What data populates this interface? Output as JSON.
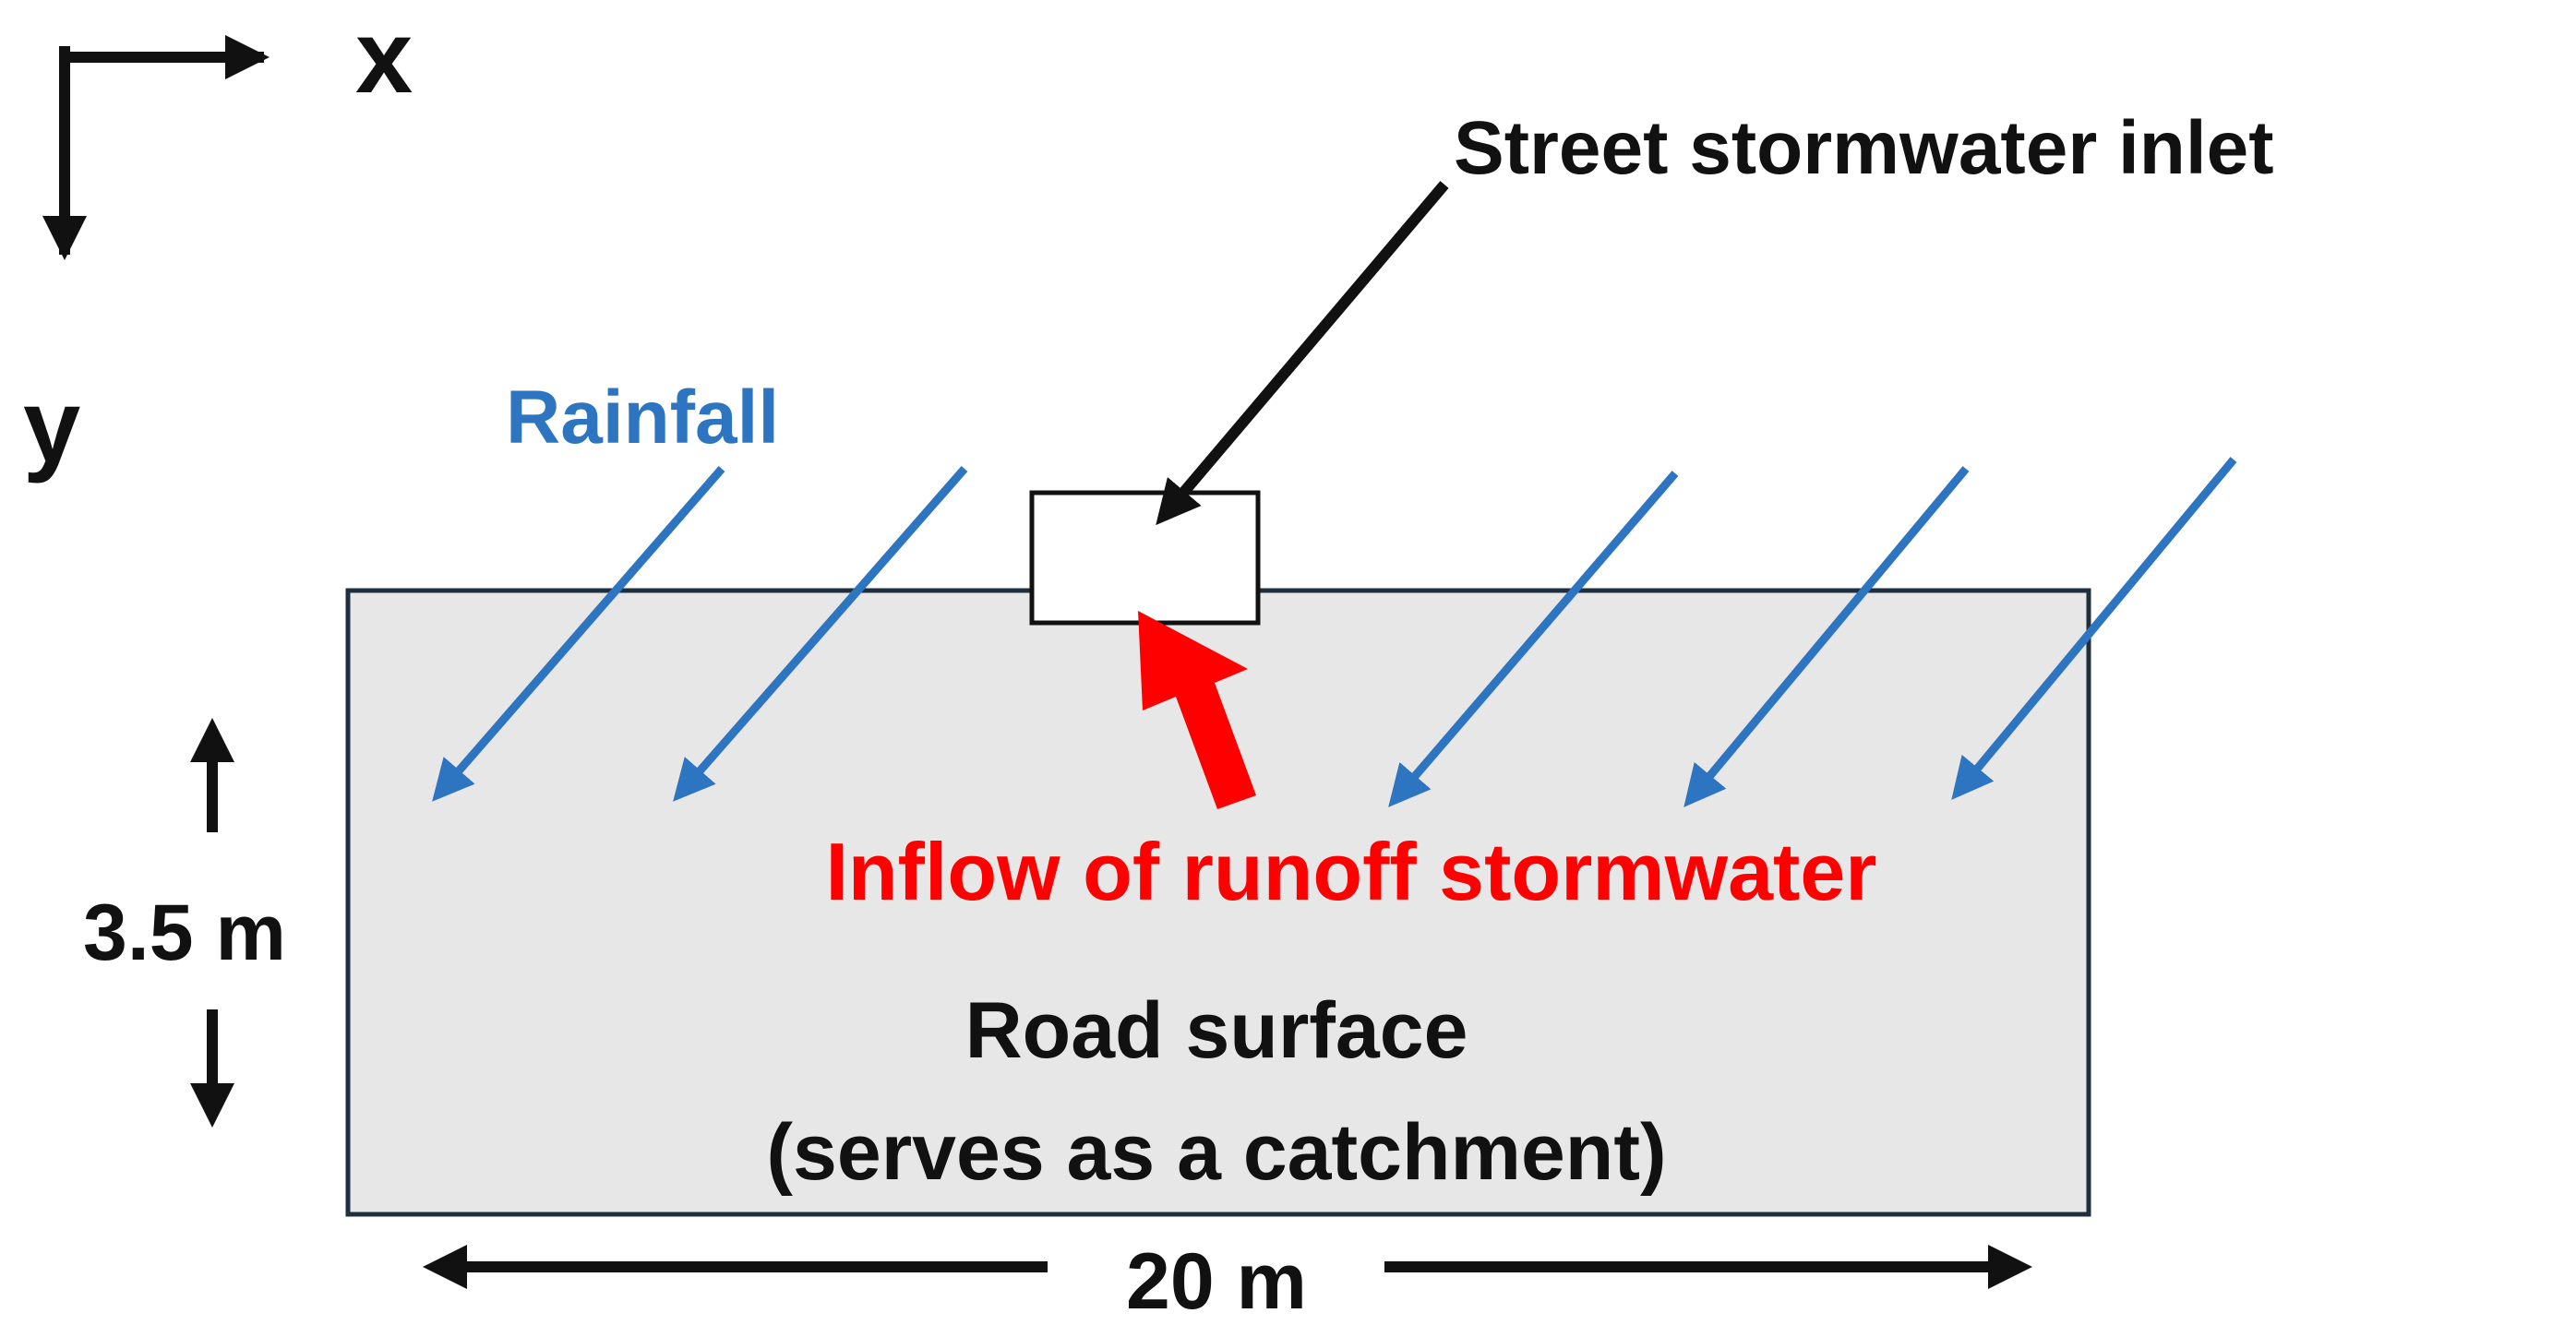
{
  "axes": {
    "x_label": "x",
    "y_label": "y"
  },
  "labels": {
    "inlet": "Street stormwater inlet",
    "rainfall": "Rainfall",
    "inflow": "Inflow of runoff stormwater",
    "road_line1": "Road surface",
    "road_line2": "(serves as a catchment)",
    "height": "3.5 m",
    "width": "20 m"
  },
  "colors": {
    "rainfall": "#2e75c1",
    "inflow": "#ff0000",
    "road_fill": "#e7e7e7",
    "road_border": "#1f2f3f",
    "text": "#111111"
  }
}
